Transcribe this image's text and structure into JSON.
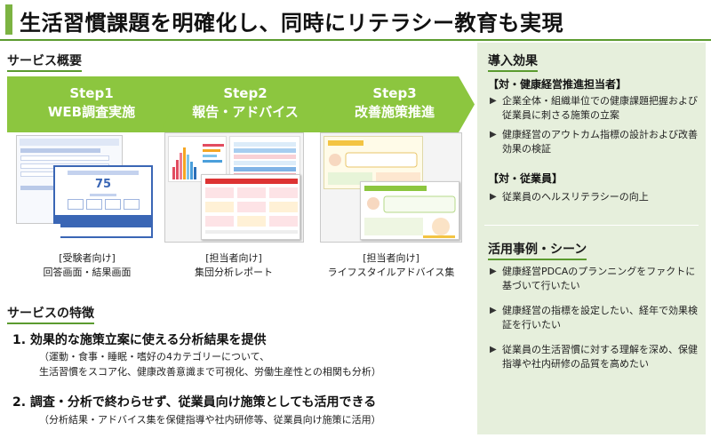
{
  "title": "生活習慣課題を明確化し、同時にリテラシー教育も実現",
  "overview": {
    "heading": "サービス概要",
    "steps": [
      {
        "line1": "Step1",
        "line2": "WEB調査実施"
      },
      {
        "line1": "Step2",
        "line2": "報告・アドバイス"
      },
      {
        "line1": "Step3",
        "line2": "改善施策推進"
      }
    ],
    "captions": [
      {
        "line1": "[受験者向け]",
        "line2": "回答画面・結果画面"
      },
      {
        "line1": "[担当者向け]",
        "line2": "集団分析レポート"
      },
      {
        "line1": "[担当者向け]",
        "line2": "ライフスタイルアドバイス集"
      }
    ],
    "score_value": "75"
  },
  "features": {
    "heading": "サービスの特徴",
    "items": [
      {
        "title": "1.  効果的な施策立案に使える分析結果を提供",
        "desc1": "（運動・食事・睡眠・嗜好の4カテゴリーについて、",
        "desc2": "生活習慣をスコア化、健康改善意識まで可視化、労働生産性との相関も分析）"
      },
      {
        "title": "2.  調査・分析で終わらせず、従業員向け施策としても活用できる",
        "desc1": "（分析結果・アドバイス集を保健指導や社内研修等、従業員向け施策に活用）",
        "desc2": ""
      }
    ]
  },
  "effects": {
    "heading": "導入効果",
    "groups": [
      {
        "label": "【対・健康経営推進担当者】",
        "items": [
          "企業全体・組織単位での健康課題把握および従業員に刺さる施策の立案",
          "健康経営のアウトカム指標の設計および改善効果の検証"
        ]
      },
      {
        "label": "【対・従業員】",
        "items": [
          "従業員のヘルスリテラシーの向上"
        ]
      }
    ]
  },
  "cases": {
    "heading": "活用事例・シーン",
    "items": [
      "健康経営PDCAのプランニングをファクトに基づいて行いたい",
      "健康経営の指標を設定したい、経年で効果検証を行いたい",
      "従業員の生活習慣に対する理解を深め、保健指導や社内研修の品質を高めたい"
    ]
  },
  "colors": {
    "accent_green": "#5b9b2f",
    "step_green": "#8cc63f",
    "panel_bg": "#e6efdc",
    "survey_blue": "#3a66b5"
  },
  "icons": {
    "bullet": "▶",
    "thumbnail_1": "survey-screen-thumbnail",
    "thumbnail_2": "analysis-report-thumbnail",
    "thumbnail_3": "advice-collection-thumbnail"
  }
}
